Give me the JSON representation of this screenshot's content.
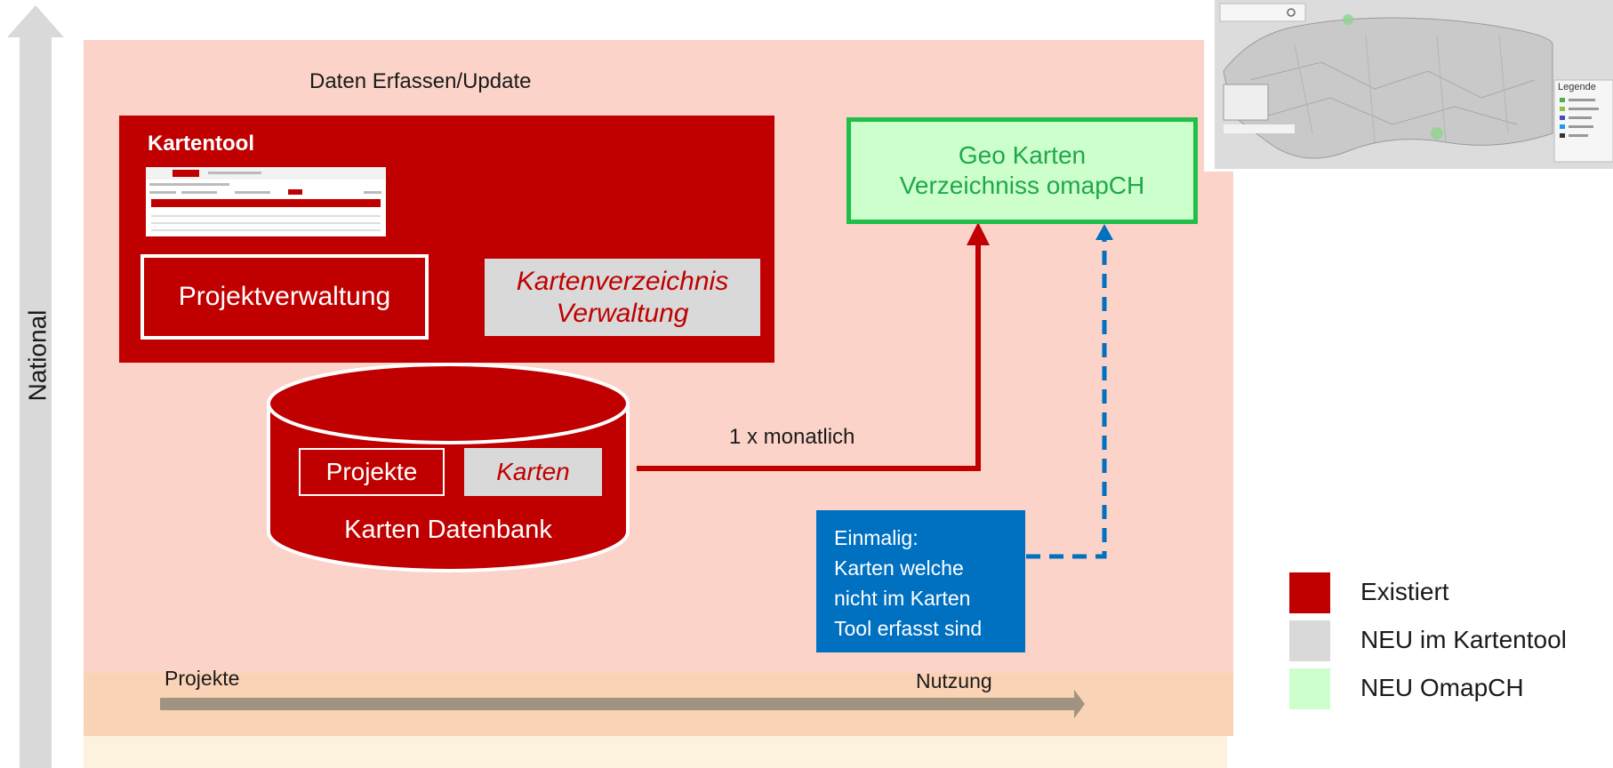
{
  "axis": {
    "label": "National"
  },
  "header": {
    "title": "Daten Erfassen/Update"
  },
  "kartentool": {
    "title": "Kartentool",
    "projektverwaltung_label": "Projektverwaltung",
    "kartenverzeichnis_label_line1": "Kartenverzeichnis",
    "kartenverzeichnis_label_line2": "Verwaltung"
  },
  "database": {
    "projekte_label": "Projekte",
    "karten_label": "Karten",
    "name": "Karten Datenbank"
  },
  "connectors": {
    "monthly_label": "1 x monatlich"
  },
  "geo_karten": {
    "line1": "Geo Karten",
    "line2": "Verzeichniss omapCH"
  },
  "note": {
    "lines": [
      "Einmalig:",
      "Karten welche",
      "nicht im Karten",
      "Tool erfasst sind"
    ]
  },
  "bottom_axis": {
    "start_label": "Projekte",
    "end_label": "Nutzung"
  },
  "map_thumbnail": {
    "legend_title": "Legende"
  },
  "legend": {
    "items": [
      {
        "label": "Existiert",
        "color": "#c00000"
      },
      {
        "label": "NEU im Kartentool",
        "color": "#d9d9d9"
      },
      {
        "label": "NEU OmapCH",
        "color": "#ccffcc"
      }
    ]
  },
  "colors": {
    "red": "#c00000",
    "grey": "#d9d9d9",
    "green_fill": "#ccffcc",
    "green_border": "#1fbf4a",
    "blue": "#0070c0",
    "salmon": "#fcd3c8"
  }
}
